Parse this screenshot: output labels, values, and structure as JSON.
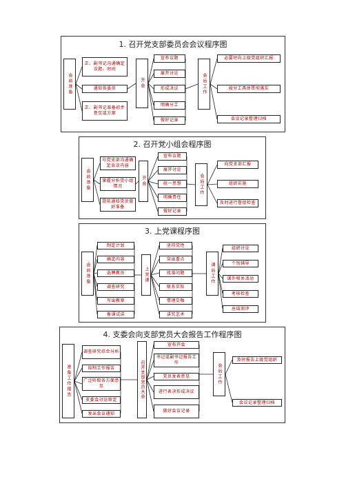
{
  "panels": [
    {
      "title": "1. 召开党支部委员会会议程序图",
      "prep": "会前准备",
      "prep_items": [
        "正、副书记沟通确定议题、时间",
        "通知各委员",
        "正、副书记准备初步意见或方案"
      ],
      "meeting": "开会",
      "meeting_items": [
        "宣布议题",
        "展开讨论",
        "形成决议",
        "明确分工",
        "做好记录"
      ],
      "after": "会后工作",
      "after_items": [
        "必要时向上级党组织汇报",
        "按分工具体贯彻落实",
        "会议记录整理归档"
      ]
    },
    {
      "title": "2. 召开党小组会程序图",
      "prep": "会前准备",
      "prep_items": [
        "与党支部沟通确定会议内容",
        "掌握分析党小组情况",
        "提前通知党员做好准备"
      ],
      "meeting": "开会",
      "meeting_items": [
        "宣布议题",
        "展开讨论",
        "统一思想",
        "明确责任",
        "做好记录"
      ],
      "after": "会后工作",
      "after_items": [
        "向党支部汇报",
        "组织实施",
        "及时进行督促检查"
      ]
    },
    {
      "title": "3. 上党课程序图",
      "prep": "会前准备",
      "prep_items": [
        "制定计划",
        "确定内容",
        "选聘教员",
        "调查研究",
        "写出教案",
        "备课试讲"
      ],
      "meeting": "上党课",
      "meeting_items": [
        "坚持党性",
        "突出重点",
        "找准问题",
        "联系实际",
        "情理交融",
        "讲究艺术"
      ],
      "after": "课后工作",
      "after_items": [
        "组织讨论",
        "个别辅导",
        "课外相关活动",
        "考核检查",
        "总结测评"
      ]
    },
    {
      "title": "4. 支委会向支部党员大会报告工作程序图",
      "prep": "准备工作报告",
      "prep_items": [
        "调查研究综合分析",
        "拟制工作报告",
        "广泛听取各方面意见",
        "支委会讨论审定",
        "发出会议通知"
      ],
      "meeting": "召开支部党员大会",
      "meeting_items": [
        "宣布开会",
        "书记或副书记报告工作",
        "党员发表意见",
        "进行表决形成决议",
        "做好会议记录"
      ],
      "after": "会后工作",
      "after_items": [
        "及时报告上级党组织",
        "会议记录整理归档"
      ]
    }
  ]
}
